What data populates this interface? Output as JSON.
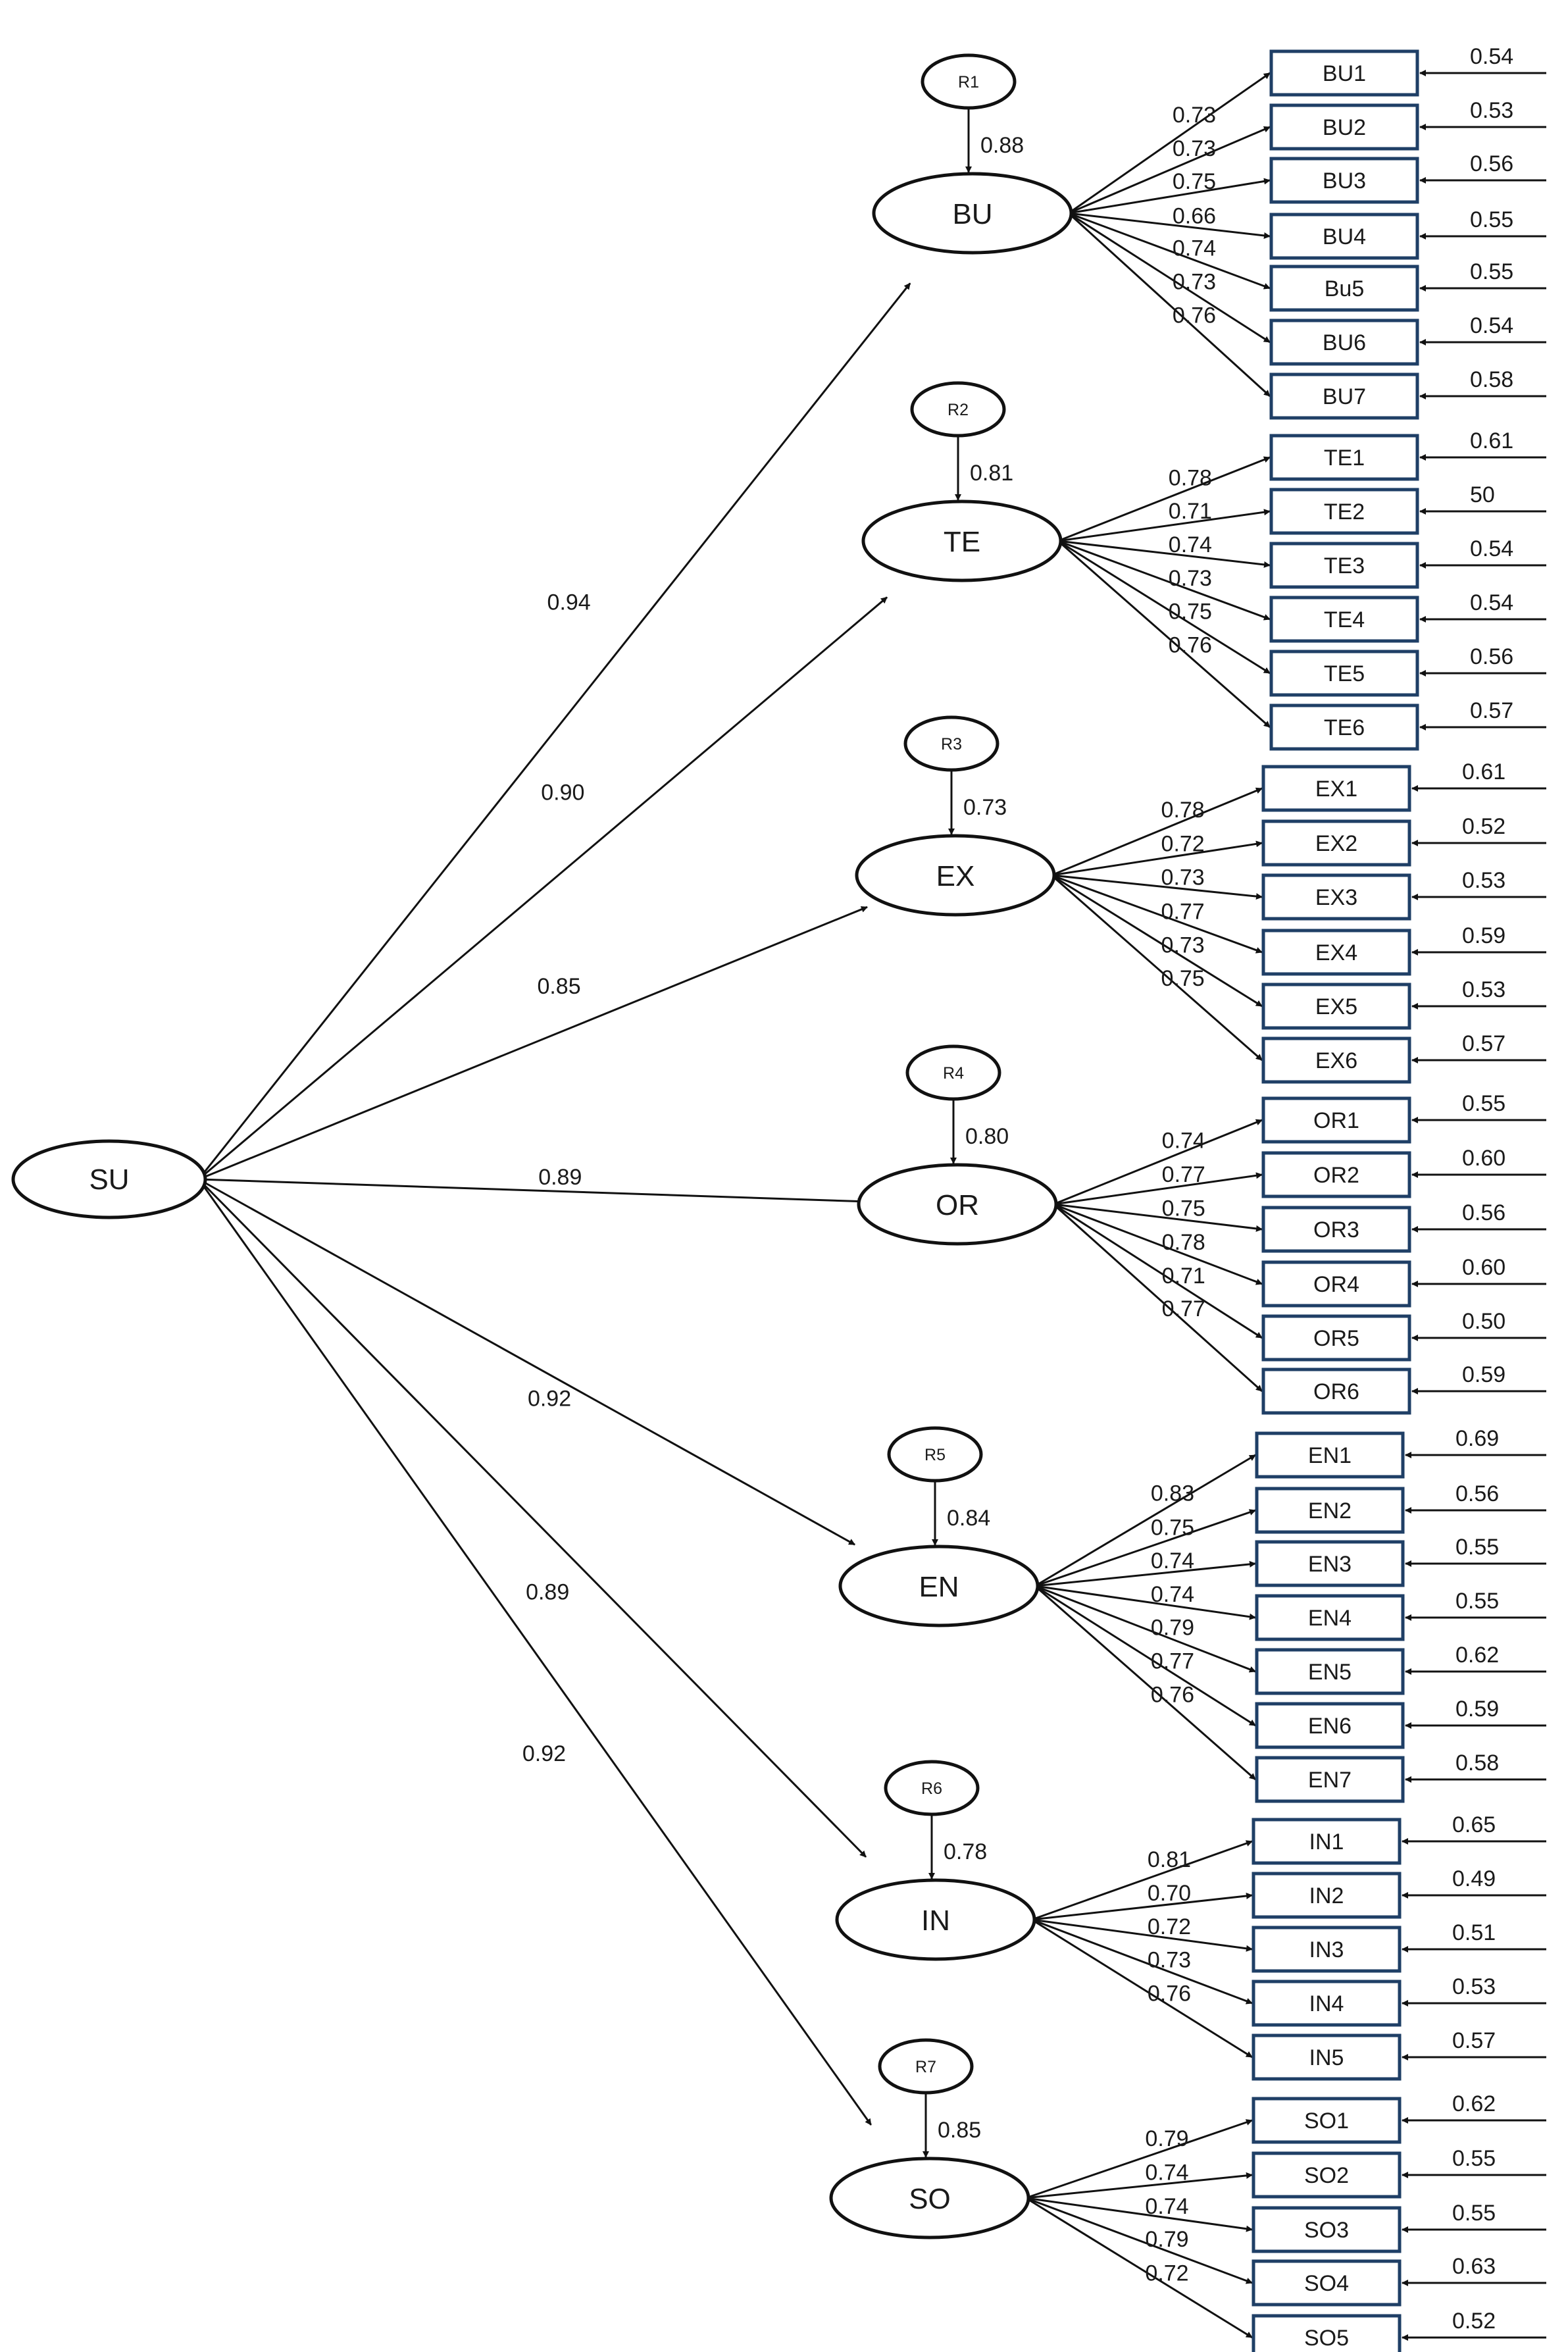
{
  "colors": {
    "box_border": "#1f3f66",
    "line": "#111111",
    "text": "#1a1a1a"
  },
  "root": {
    "label": "SU"
  },
  "factors": [
    {
      "label": "BU",
      "path": "0.94",
      "residual": {
        "label": "R1",
        "value": "0.88"
      },
      "indicators": [
        {
          "label": "BU1",
          "loading": "0.73",
          "error": "0.54"
        },
        {
          "label": "BU2",
          "loading": "0.73",
          "error": "0.53"
        },
        {
          "label": "BU3",
          "loading": "0.75",
          "error": "0.56"
        },
        {
          "label": "BU4",
          "loading": "0.66",
          "error": "0.55"
        },
        {
          "label": "Bu5",
          "loading": "0.74",
          "error": "0.55"
        },
        {
          "label": "BU6",
          "loading": "0.73",
          "error": "0.54"
        },
        {
          "label": "BU7",
          "loading": "0.76",
          "error": "0.58"
        }
      ]
    },
    {
      "label": "TE",
      "path": "0.90",
      "residual": {
        "label": "R2",
        "value": "0.81"
      },
      "indicators": [
        {
          "label": "TE1",
          "loading": "0.78",
          "error": "0.61"
        },
        {
          "label": "TE2",
          "loading": "0.71",
          "error": "50"
        },
        {
          "label": "TE3",
          "loading": "0.74",
          "error": "0.54"
        },
        {
          "label": "TE4",
          "loading": "0.73",
          "error": "0.54"
        },
        {
          "label": "TE5",
          "loading": "0.75",
          "error": "0.56"
        },
        {
          "label": "TE6",
          "loading": "0.76",
          "error": "0.57"
        }
      ]
    },
    {
      "label": "EX",
      "path": "0.85",
      "residual": {
        "label": "R3",
        "value": "0.73"
      },
      "indicators": [
        {
          "label": "EX1",
          "loading": "0.78",
          "error": "0.61"
        },
        {
          "label": "EX2",
          "loading": "0.72",
          "error": "0.52"
        },
        {
          "label": "EX3",
          "loading": "0.73",
          "error": "0.53"
        },
        {
          "label": "EX4",
          "loading": "0.77",
          "error": "0.59"
        },
        {
          "label": "EX5",
          "loading": "0.73",
          "error": "0.53"
        },
        {
          "label": "EX6",
          "loading": "0.75",
          "error": "0.57"
        }
      ]
    },
    {
      "label": "OR",
      "path": "0.89",
      "residual": {
        "label": "R4",
        "value": "0.80"
      },
      "indicators": [
        {
          "label": "OR1",
          "loading": "0.74",
          "error": "0.55"
        },
        {
          "label": "OR2",
          "loading": "0.77",
          "error": "0.60"
        },
        {
          "label": "OR3",
          "loading": "0.75",
          "error": "0.56"
        },
        {
          "label": "OR4",
          "loading": "0.78",
          "error": "0.60"
        },
        {
          "label": "OR5",
          "loading": "0.71",
          "error": "0.50"
        },
        {
          "label": "OR6",
          "loading": "0.77",
          "error": "0.59"
        }
      ]
    },
    {
      "label": "EN",
      "path": "0.92",
      "residual": {
        "label": "R5",
        "value": "0.84"
      },
      "indicators": [
        {
          "label": "EN1",
          "loading": "0.83",
          "error": "0.69"
        },
        {
          "label": "EN2",
          "loading": "0.75",
          "error": "0.56"
        },
        {
          "label": "EN3",
          "loading": "0.74",
          "error": "0.55"
        },
        {
          "label": "EN4",
          "loading": "0.74",
          "error": "0.55"
        },
        {
          "label": "EN5",
          "loading": "0.79",
          "error": "0.62"
        },
        {
          "label": "EN6",
          "loading": "0.77",
          "error": "0.59"
        },
        {
          "label": "EN7",
          "loading": "0.76",
          "error": "0.58"
        }
      ]
    },
    {
      "label": "IN",
      "path": "0.89",
      "residual": {
        "label": "R6",
        "value": "0.78"
      },
      "indicators": [
        {
          "label": "IN1",
          "loading": "0.81",
          "error": "0.65"
        },
        {
          "label": "IN2",
          "loading": "0.70",
          "error": "0.49"
        },
        {
          "label": "IN3",
          "loading": "0.72",
          "error": "0.51"
        },
        {
          "label": "IN4",
          "loading": "0.73",
          "error": "0.53"
        },
        {
          "label": "IN5",
          "loading": "0.76",
          "error": "0.57"
        }
      ]
    },
    {
      "label": "SO",
      "path": "0.92",
      "residual": {
        "label": "R7",
        "value": "0.85"
      },
      "indicators": [
        {
          "label": "SO1",
          "loading": "0.79",
          "error": "0.62"
        },
        {
          "label": "SO2",
          "loading": "0.74",
          "error": "0.55"
        },
        {
          "label": "SO3",
          "loading": "0.74",
          "error": "0.55"
        },
        {
          "label": "SO4",
          "loading": "0.79",
          "error": "0.63"
        },
        {
          "label": "SO5",
          "loading": "0.72",
          "error": "0.52"
        }
      ]
    }
  ]
}
